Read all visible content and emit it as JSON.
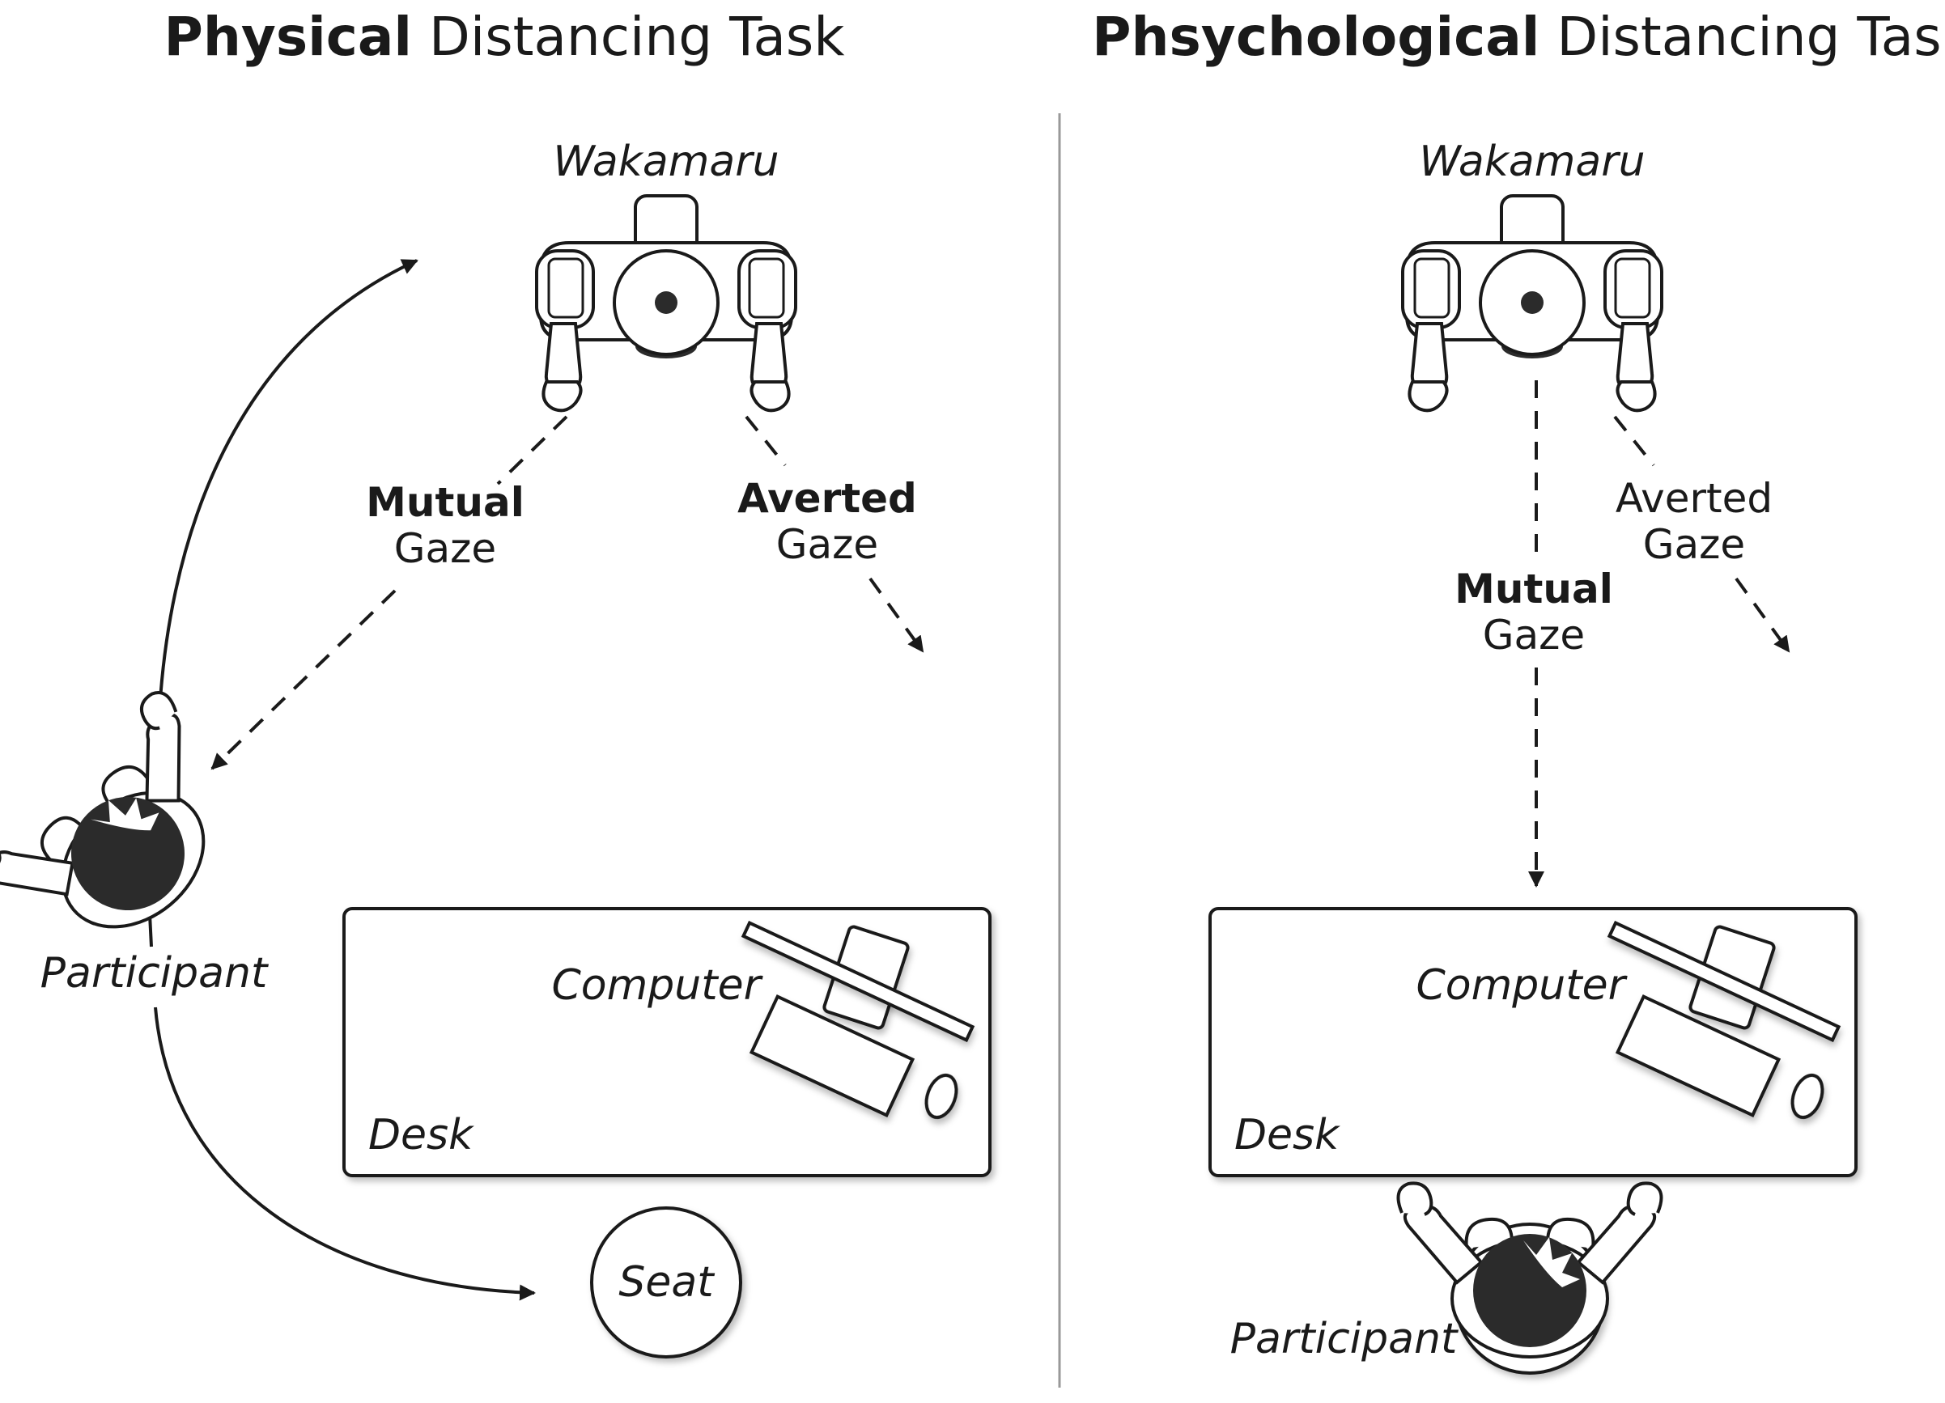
{
  "panels": [
    {
      "title_bold": "Physical",
      "title_rest": " Distancing Task",
      "robot_label": "Wakamaru",
      "gaze_mutual_bold": "Mutual",
      "gaze_mutual_rest": "Gaze",
      "gaze_averted_bold": "Averted",
      "gaze_averted_rest": "Gaze",
      "computer_label": "Computer",
      "desk_label": "Desk",
      "participant_label": "Participant",
      "seat_label": "Seat"
    },
    {
      "title_bold": "Phsychological",
      "title_rest": " Distancing Task",
      "robot_label": "Wakamaru",
      "gaze_mutual_bold": "Mutual",
      "gaze_mutual_rest": "Gaze",
      "gaze_averted_bold": "Averted",
      "gaze_averted_rest": "Gaze",
      "computer_label": "Computer",
      "desk_label": "Desk",
      "participant_label": "Participant"
    }
  ],
  "colors": {
    "ink": "#1a1a1a",
    "head_fill": "#2b2b2b",
    "divider": "#999999",
    "background": "#ffffff"
  }
}
